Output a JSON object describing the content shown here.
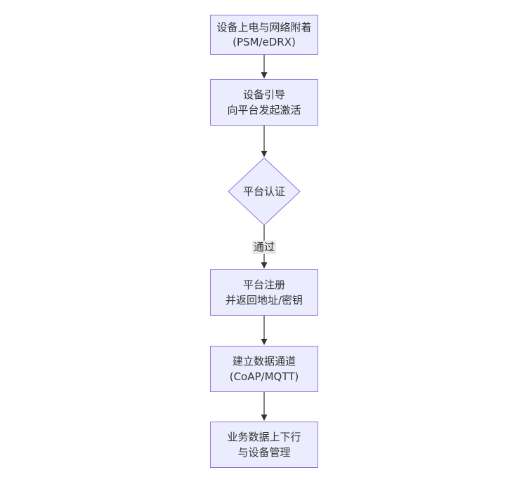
{
  "diagram": {
    "type": "flowchart",
    "direction": "top-down",
    "theme": {
      "node_fill": "#ECECFF",
      "node_border": "#9370DB",
      "text_color": "#333333",
      "edge_color": "#333333",
      "edge_label_bg": "#e8e8e8",
      "background": "#ffffff"
    },
    "nodes": [
      {
        "id": "attach",
        "shape": "rect",
        "label": "设备上电与网络附着\n(PSM/eDRX)"
      },
      {
        "id": "bootstrap",
        "shape": "rect",
        "label": "设备引导\n向平台发起激活"
      },
      {
        "id": "auth",
        "shape": "diamond",
        "label": "平台认证"
      },
      {
        "id": "register",
        "shape": "rect",
        "label": "平台注册\n并返回地址/密钥"
      },
      {
        "id": "channel",
        "shape": "rect",
        "label": "建立数据通道\n(CoAP/MQTT)"
      },
      {
        "id": "business",
        "shape": "rect",
        "label": "业务数据上下行\n与设备管理"
      }
    ],
    "edges": [
      {
        "from": "attach",
        "to": "bootstrap",
        "label": ""
      },
      {
        "from": "bootstrap",
        "to": "auth",
        "label": ""
      },
      {
        "from": "auth",
        "to": "register",
        "label": "通过"
      },
      {
        "from": "register",
        "to": "channel",
        "label": ""
      },
      {
        "from": "channel",
        "to": "business",
        "label": ""
      }
    ]
  }
}
